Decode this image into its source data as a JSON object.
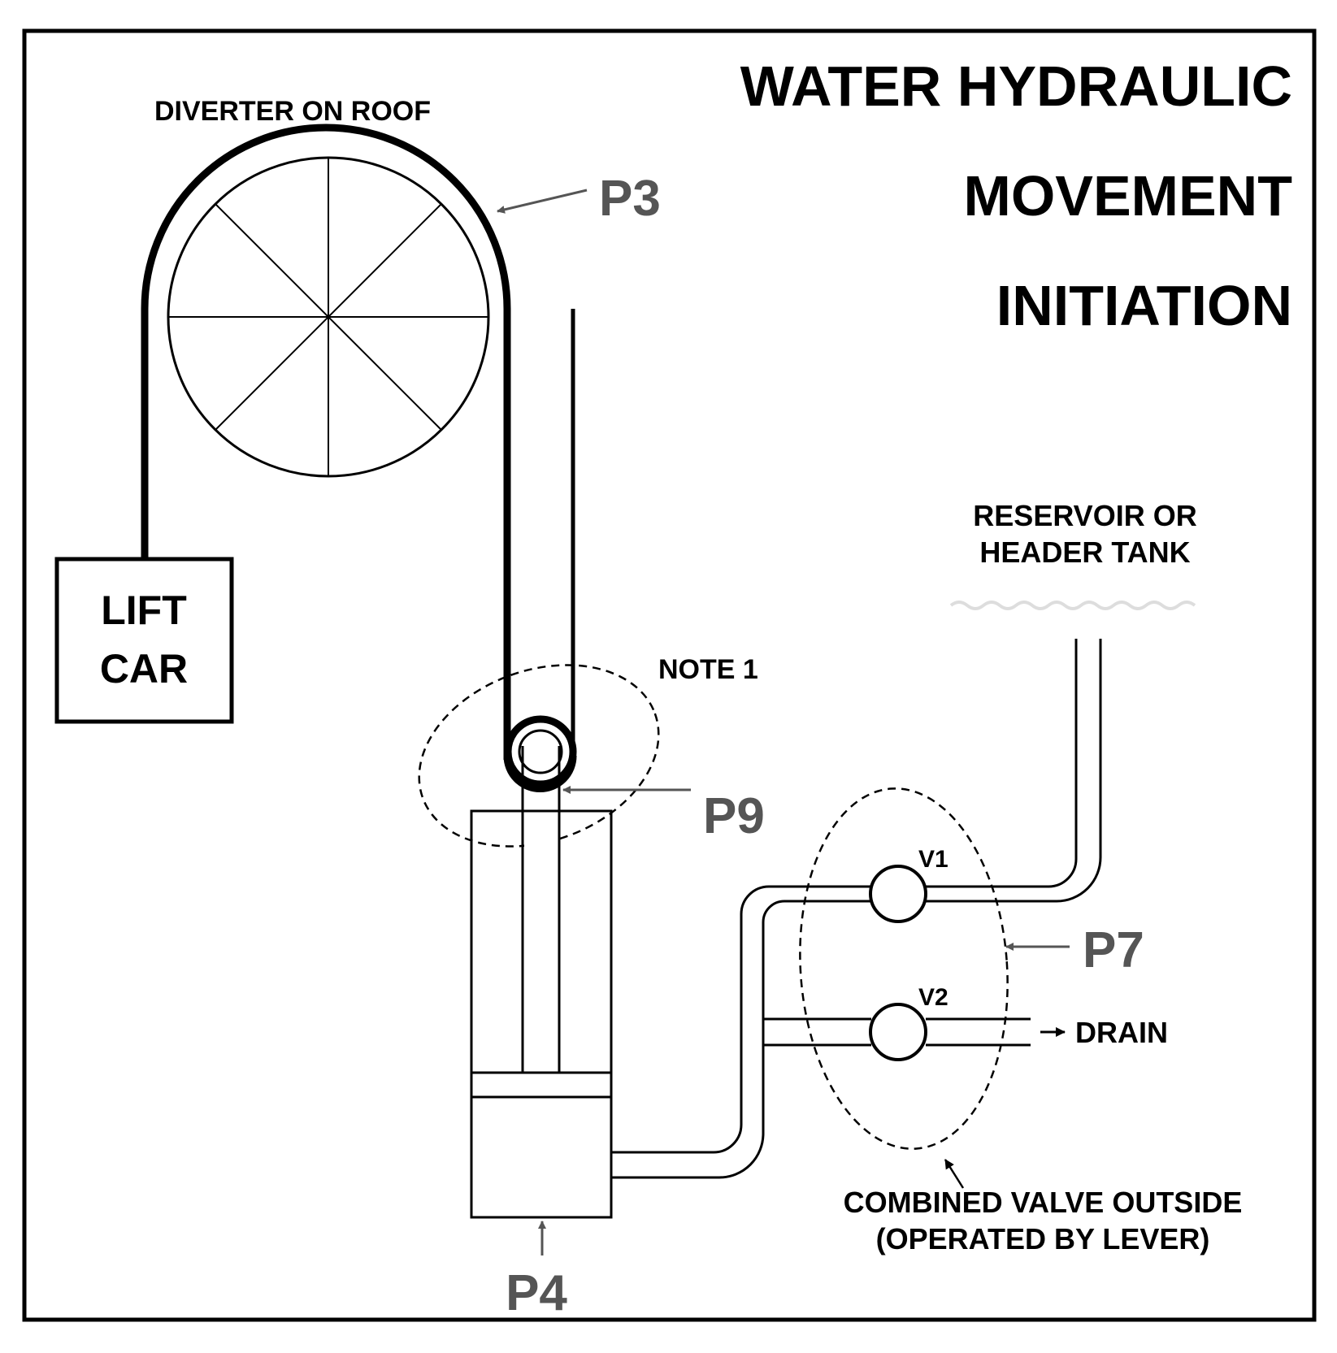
{
  "title": {
    "line1": "WATER HYDRAULIC",
    "line2": "MOVEMENT",
    "line3": "INITIATION"
  },
  "labels": {
    "diverter": "DIVERTER ON ROOF",
    "lift_car_line1": "LIFT",
    "lift_car_line2": "CAR",
    "note": "NOTE 1",
    "reservoir_line1": "RESERVOIR OR",
    "reservoir_line2": "HEADER TANK",
    "drain": "DRAIN",
    "valve_note_line1": "COMBINED VALVE OUTSIDE",
    "valve_note_line2": "(OPERATED BY LEVER)"
  },
  "valves": {
    "v1": "V1",
    "v2": "V2"
  },
  "points": {
    "p3": "P3",
    "p4": "P4",
    "p7": "P7",
    "p9": "P9"
  },
  "colors": {
    "line": "#000000",
    "point_label": "#555555"
  }
}
